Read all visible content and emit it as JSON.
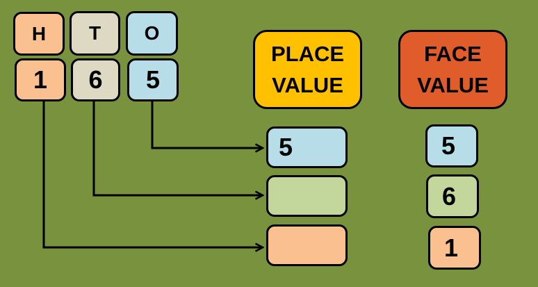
{
  "diagram": {
    "background_color": "#78923E",
    "number_shown": "165",
    "columns": [
      {
        "letter": "H",
        "digit": "1",
        "color": "#FAC090"
      },
      {
        "letter": "T",
        "digit": "6",
        "color": "#DDD9C3"
      },
      {
        "letter": "O",
        "digit": "5",
        "color": "#B7DEE8"
      }
    ],
    "headers": {
      "place_value": {
        "line1": "PLACE",
        "line2": "VALUE",
        "color": "#FFC000"
      },
      "face_value": {
        "line1": "FACE",
        "line2": "VALUE",
        "color": "#E15C2B"
      }
    },
    "place_value_column": [
      {
        "value": "5",
        "color": "#B7DEE8"
      },
      {
        "value": "",
        "color": "#C3D69B"
      },
      {
        "value": "",
        "color": "#FAC090"
      }
    ],
    "face_value_column": [
      {
        "value": "5",
        "color": "#B7DEE8"
      },
      {
        "value": "6",
        "color": "#C3D69B"
      },
      {
        "value": "1",
        "color": "#FAC090"
      }
    ]
  }
}
